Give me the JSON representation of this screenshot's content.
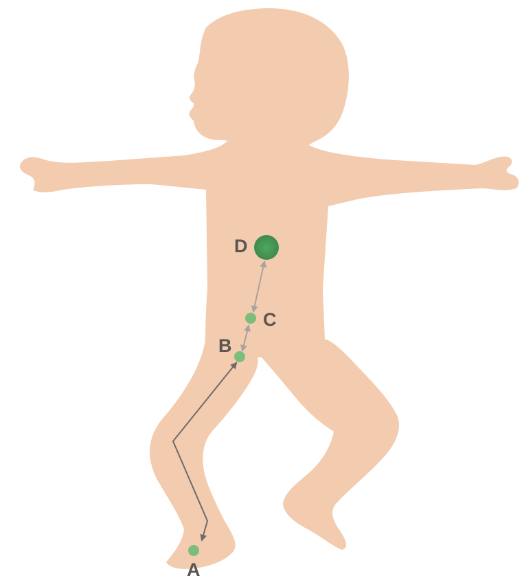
{
  "colors": {
    "background": "#ffffff",
    "skin": "#f3cbae",
    "point": "#7dbd7c",
    "point_large_outer": "#3f8f4f",
    "point_large_inner": "#56ad5f",
    "arrow_dark": "#6f6a68",
    "arrow_light": "#a7a3a1",
    "label": "#5a5550"
  },
  "points": [
    {
      "id": "a",
      "label": "A"
    },
    {
      "id": "b",
      "label": "B"
    },
    {
      "id": "c",
      "label": "C"
    },
    {
      "id": "d",
      "label": "D"
    }
  ]
}
